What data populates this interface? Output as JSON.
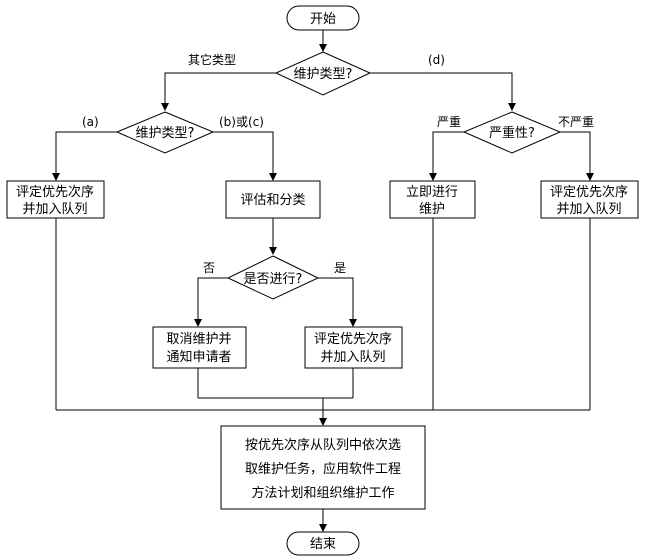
{
  "nodes": {
    "start": "开始",
    "end": "结束",
    "decision_type_top": "维护类型?",
    "decision_type_left": "维护类型?",
    "decision_severity": "严重性?",
    "evaluate_classify": "评估和分类",
    "decision_proceed": "是否进行?",
    "prioritize_left": [
      "评定优先次序",
      "并加入队列"
    ],
    "immediate": [
      "立即进行",
      "维护"
    ],
    "prioritize_right": [
      "评定优先次序",
      "并加入队列"
    ],
    "cancel": [
      "取消维护并",
      "通知申请者"
    ],
    "prioritize_mid": [
      "评定优先次序",
      "并加入队列"
    ],
    "final": [
      "按优先次序从队列中依次选",
      "取维护任务，应用软件工程",
      "方法计划和组织维护工作"
    ]
  },
  "edge_labels": {
    "other_types": "其它类型",
    "d": "(d)",
    "a": "(a)",
    "b_or_c": "(b)或(c)",
    "severe": "严重",
    "not_severe": "不严重",
    "no": "否",
    "yes": "是"
  }
}
